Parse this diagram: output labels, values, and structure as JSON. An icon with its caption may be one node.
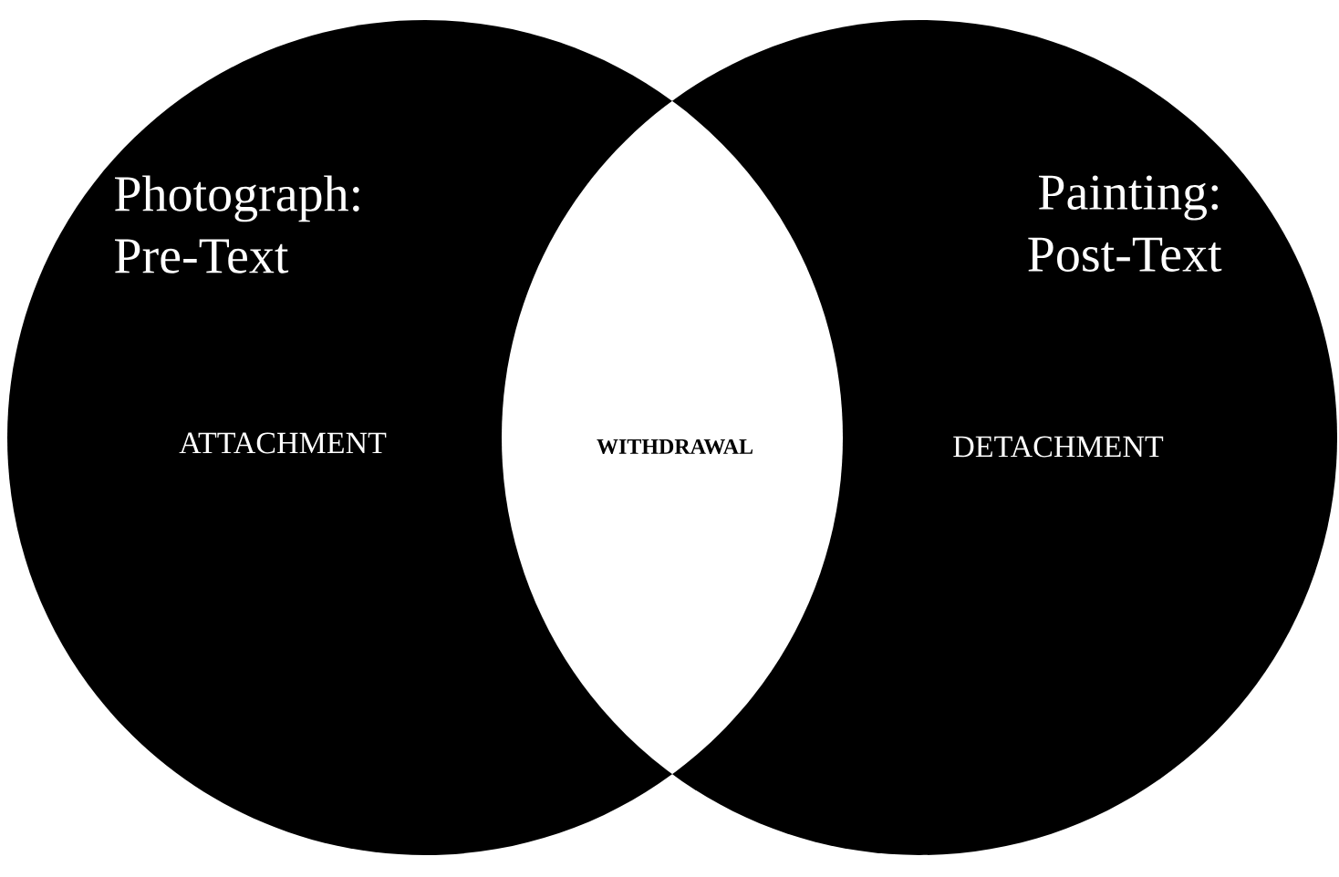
{
  "diagram": {
    "nodes": [
      {
        "text": [
          "Photograph: Pre-Text",
          "ATTACHMENT"
        ]
      },
      {
        "text": [
          "Painting: Post-Text",
          "DETACHMENT"
        ]
      },
      {
        "text": [
          "WITHDRAWAL"
        ]
      }
    ]
  }
}
